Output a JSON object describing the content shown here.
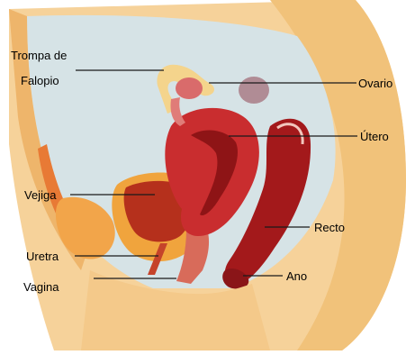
{
  "labels": {
    "trompa_line1": "Trompa de",
    "trompa_line2": "Falopio",
    "ovario": "Ovario",
    "utero": "Útero",
    "vejiga": "Vejiga",
    "recto": "Recto",
    "uretra": "Uretra",
    "ano": "Ano",
    "vagina": "Vagina"
  },
  "colors": {
    "background": "#ffffff",
    "skin": "#f6d29a",
    "skin_dark": "#e8a862",
    "cavity": "#d6e3e6",
    "uterus": "#c92d2f",
    "uterus_dark": "#8e1416",
    "bladder": "#f0a43d",
    "bladder_inner": "#b5301c",
    "rectum": "#a3191b",
    "ovary": "#d96b6b",
    "tube": "#f4d48c"
  }
}
